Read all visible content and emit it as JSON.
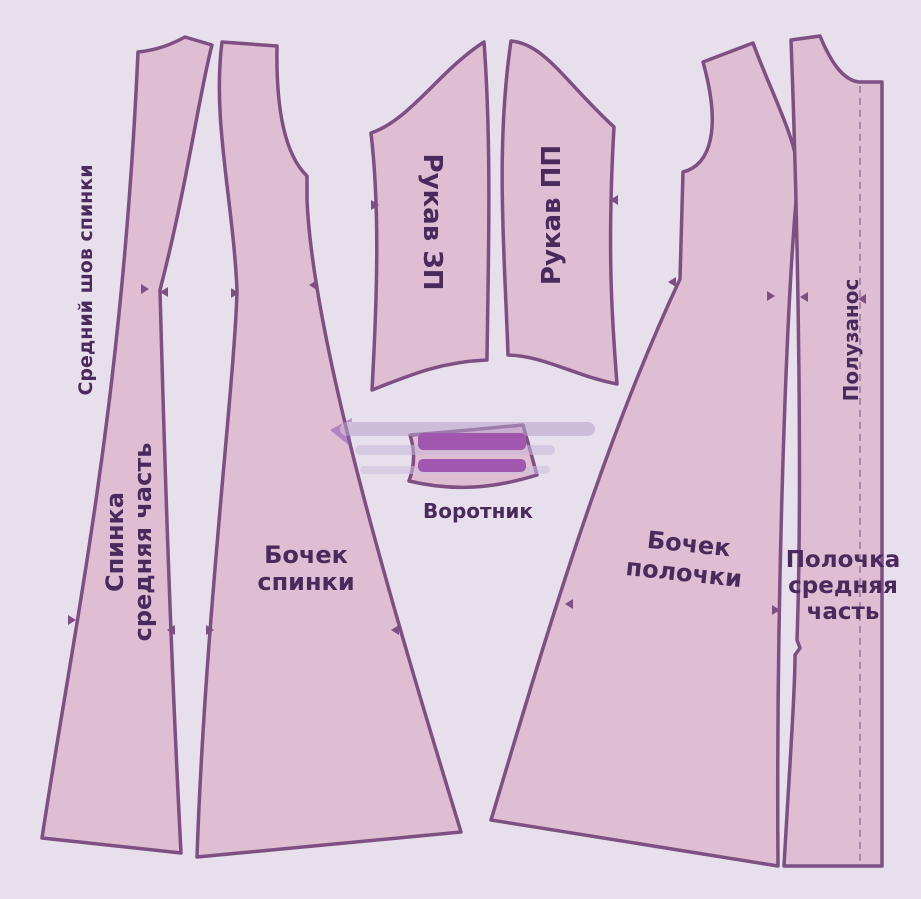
{
  "labels": {
    "back_center_seam": "Средний шов спинки",
    "back_center_l1": "Спинка",
    "back_center_l2": "средняя часть",
    "back_side_l1": "Бочек",
    "back_side_l2": "спинки",
    "sleeve_back": "Рукав ЗП",
    "sleeve_front": "Рукав ПП",
    "collar": "Воротник",
    "front_side_l1": "Бочек",
    "front_side_l2": "полочки",
    "overlap": "Полузанос",
    "front_center_l1": "Полочка",
    "front_center_l2": "средняя",
    "front_center_l3": "часть"
  },
  "colors": {
    "background": "#e7dfeb",
    "piece_fill": "#dfbdd2",
    "outline": "#7e4f82",
    "text": "#4a2a5c",
    "watermark": "#8e55b5"
  }
}
